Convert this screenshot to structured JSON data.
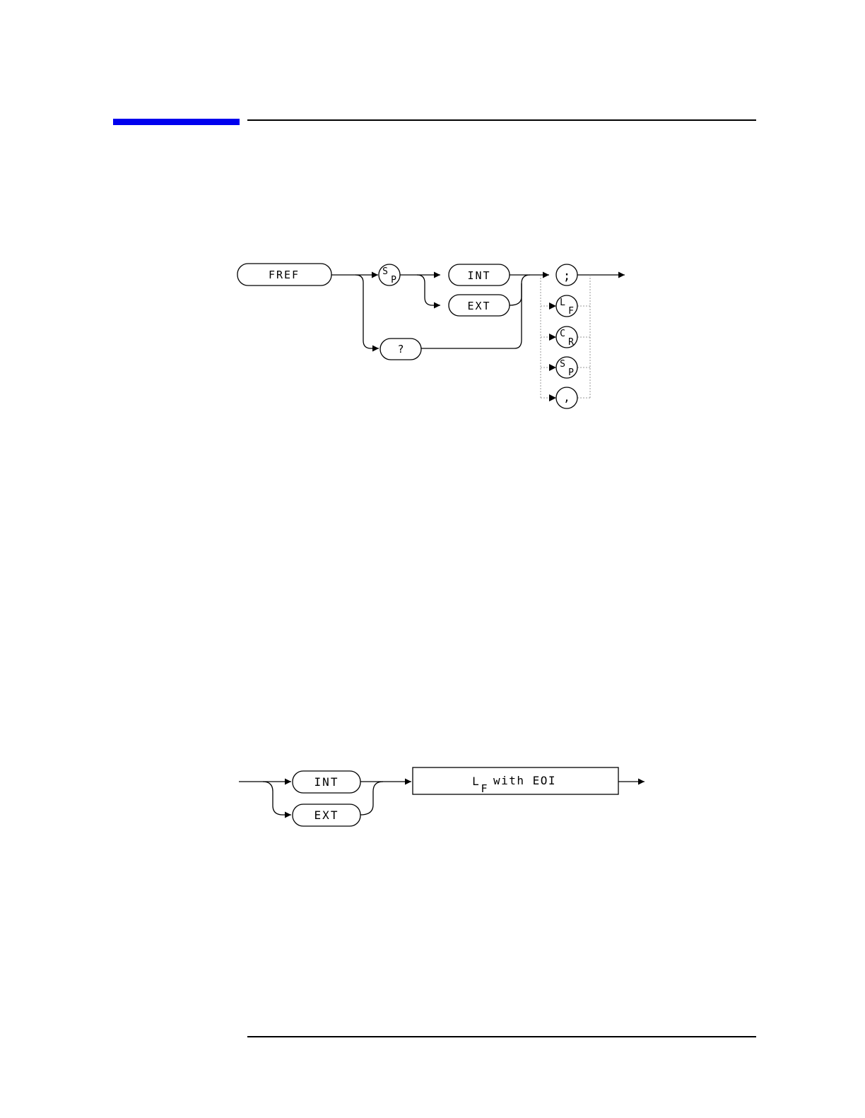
{
  "colors": {
    "header_accent": "#0000ee",
    "ink": "#000000",
    "faint_ink": "#555555",
    "optional_line": "#999999"
  },
  "syntax_diagram": {
    "command": "FREF",
    "space_top": "S",
    "space_bottom": "P",
    "option_int": "INT",
    "option_ext": "EXT",
    "query": "?",
    "term_semicolon": ";",
    "term_lf_top": "L",
    "term_lf_bottom": "F",
    "term_cr_top": "C",
    "term_cr_bottom": "R",
    "term_sp_top": "S",
    "term_sp_bottom": "P",
    "term_comma": ","
  },
  "query_response": {
    "option_int": "INT",
    "option_ext": "EXT",
    "end_lf": "L",
    "end_f": "F",
    "end_text": "with EOI"
  }
}
